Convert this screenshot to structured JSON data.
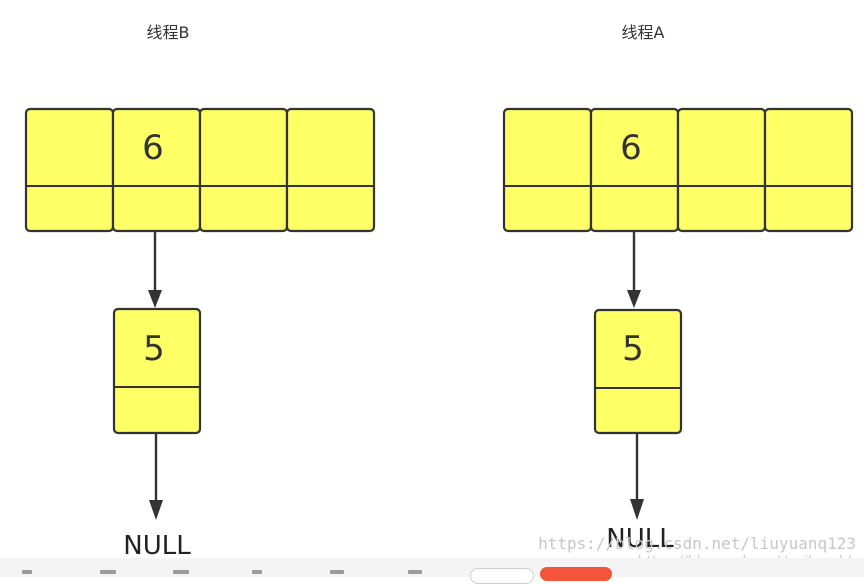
{
  "diagram": {
    "left": {
      "title": "线程B",
      "bucket_value": "6",
      "node_value": "5",
      "null_label": "NULL"
    },
    "right": {
      "title": "线程A",
      "bucket_value": "6",
      "node_value": "5",
      "null_label": "NULL"
    },
    "colors": {
      "cell_fill": "#ffff66",
      "stroke": "#333333"
    }
  },
  "watermark": {
    "line1": "https://blog.csdn.net/liuyuanq123",
    "line2": "https://blog.csdn.net/xajh_czbk"
  }
}
